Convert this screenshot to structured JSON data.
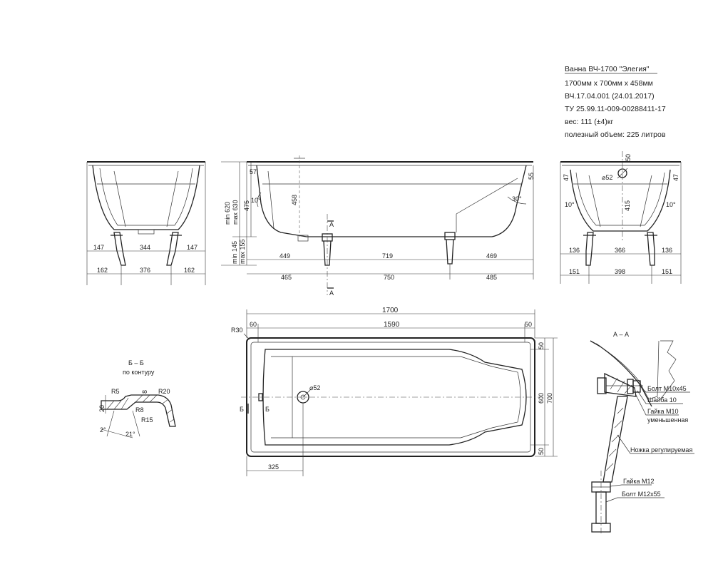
{
  "spec": {
    "lines": [
      "Ванна ВЧ-1700 \"Элегия\"",
      "1700мм х 700мм х 458мм",
      "ВЧ.17.04.001 (24.01.2017)",
      "ТУ 25.99.11-009-00288411-17",
      "вес: 111 (±4)кг",
      "полезный объем: 225 литров"
    ]
  },
  "left_view": {
    "dims_top": [
      "147",
      "344",
      "147"
    ],
    "dims_bottom": [
      "162",
      "376",
      "162"
    ]
  },
  "front_view": {
    "height_labels": [
      "min 620",
      "max 630",
      "475",
      "min 145",
      "max 155"
    ],
    "depth_label": "458",
    "edge_left": "57",
    "edge_right": "55",
    "angle_left": "10°",
    "angle_right": "30°",
    "dims_top": [
      "449",
      "719",
      "469"
    ],
    "dims_bottom": [
      "465",
      "750",
      "485"
    ],
    "section_mark": "А"
  },
  "right_view": {
    "top_dim": "50",
    "hole": "⌀52",
    "edge_left": "47",
    "edge_right": "47",
    "height": "415",
    "angle_left": "10°",
    "angle_right": "10°",
    "dims_top": [
      "136",
      "366",
      "136"
    ],
    "dims_bottom": [
      "151",
      "398",
      "151"
    ]
  },
  "plan_view": {
    "overall_length": "1700",
    "inner_length": "1590",
    "end_left": "60",
    "end_right": "50",
    "corner_radius": "R30",
    "hole": "⌀52",
    "width_inner": "600",
    "width_outer": "700",
    "side_top": "50",
    "side_bottom": "50",
    "drain_offset": "325",
    "section_mark": "Б"
  },
  "section_b": {
    "title": "Б – Б",
    "subtitle": "по контуру",
    "labels": [
      "R5",
      "8",
      "R20",
      "20",
      "R8",
      "R15",
      "2°",
      "21°"
    ]
  },
  "section_a": {
    "title": "А – А",
    "callouts": [
      "Болт М10х45",
      "Шайба 10",
      "Гайка М10",
      "уменьшенная",
      "Ножка регулируемая",
      "Гайка М12",
      "Болт М12х55"
    ]
  }
}
